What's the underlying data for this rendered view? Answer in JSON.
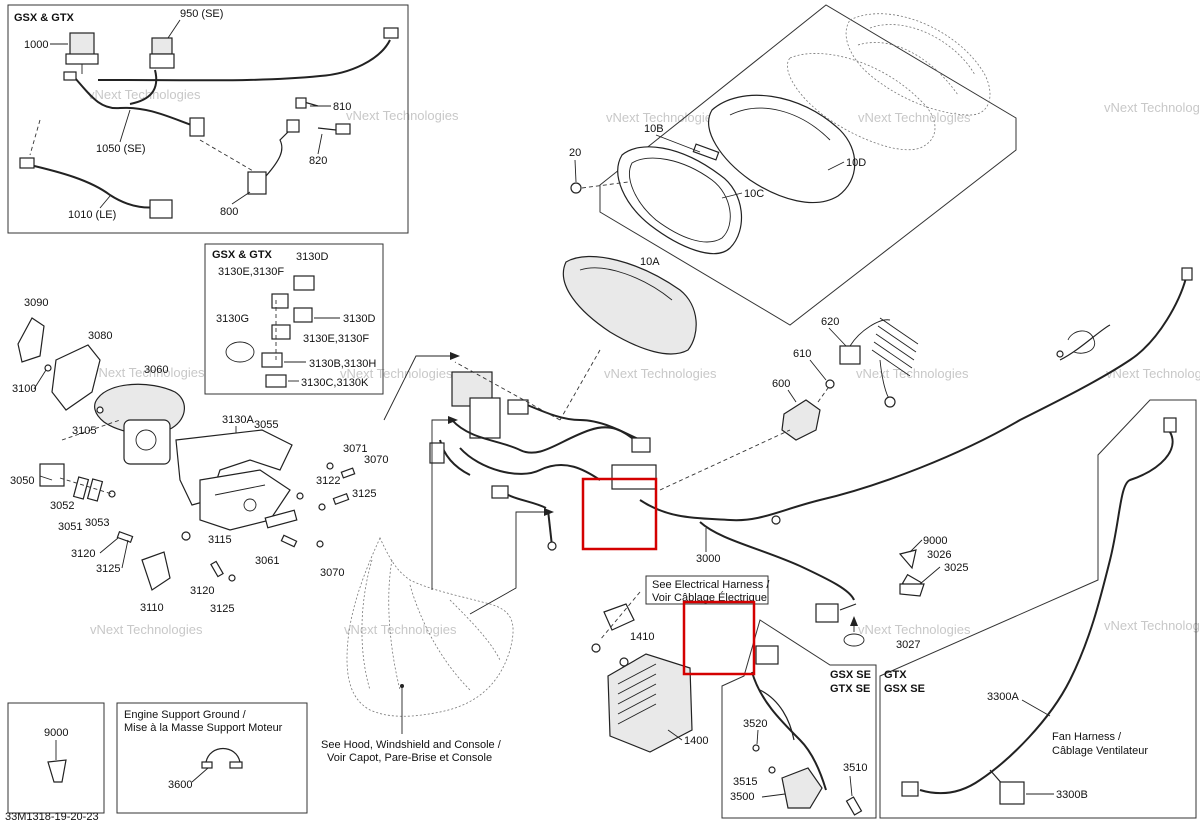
{
  "diagram_code": "33M1318-19-20-23",
  "insets": {
    "switches": {
      "title": "GSX & GTX"
    },
    "connectors": {
      "title": "GSX & GTX"
    },
    "ground": {
      "title_line1": "Engine Support Ground /",
      "title_line2": "Mise à la Masse Support Moteur"
    },
    "variant_a": {
      "line1": "GSX SE",
      "line2": "GTX SE"
    },
    "variant_b": {
      "line1": "GTX",
      "line2": "GSX SE"
    }
  },
  "notes": {
    "electrical_line1": "See Electrical Harness /",
    "electrical_line2": "Voir Câblage Électrique",
    "hood_line1": "See Hood, Windshield and Console /",
    "hood_line2": "Voir Capot, Pare-Brise et Console",
    "fan_line1": "Fan Harness /",
    "fan_line2": "Câblage Ventilateur"
  },
  "watermark": {
    "line1": "vNext",
    "line2": "Technologies",
    "full": "vNext Technologies"
  },
  "callouts": {
    "p1000": "1000",
    "p950": "950 (SE)",
    "p810": "810",
    "p820": "820",
    "p1050": "1050 (SE)",
    "p800": "800",
    "p1010": "1010 (LE)",
    "p20": "20",
    "p10B": "10B",
    "p10D": "10D",
    "p10C": "10C",
    "p10A": "10A",
    "c3130D_a": "3130D",
    "c3130EF_a": "3130E,3130F",
    "c3130G": "3130G",
    "c3130D_b": "3130D",
    "c3130EF_b": "3130E,3130F",
    "c3130BH": "3130B,3130H",
    "c3130CK": "3130C,3130K",
    "p3130A": "3130A",
    "p3090": "3090",
    "p3080": "3080",
    "p3100": "3100",
    "p3060": "3060",
    "p3105": "3105",
    "p3055": "3055",
    "p3050": "3050",
    "p3052": "3052",
    "p3051": "3051",
    "p3053": "3053",
    "p3071": "3071",
    "p3070a": "3070",
    "p3122": "3122",
    "p3125a": "3125",
    "p3120a": "3120",
    "p3125b": "3125",
    "p3115": "3115",
    "p3061": "3061",
    "p3070b": "3070",
    "p3110": "3110",
    "p3120b": "3120",
    "p3125c": "3125",
    "p620": "620",
    "p610": "610",
    "p600": "600",
    "p3000": "3000",
    "p1410": "1410",
    "p1400": "1400",
    "p9000a": "9000",
    "p3026": "3026",
    "p3025": "3025",
    "p3027": "3027",
    "p3520": "3520",
    "p3515": "3515",
    "p3500": "3500",
    "p3510": "3510",
    "p3300A": "3300A",
    "p3300B": "3300B",
    "p9000b": "9000",
    "p3600": "3600"
  },
  "colors": {
    "highlight": "#d40000",
    "line": "#222222",
    "watermark": "#c8c8c8"
  }
}
